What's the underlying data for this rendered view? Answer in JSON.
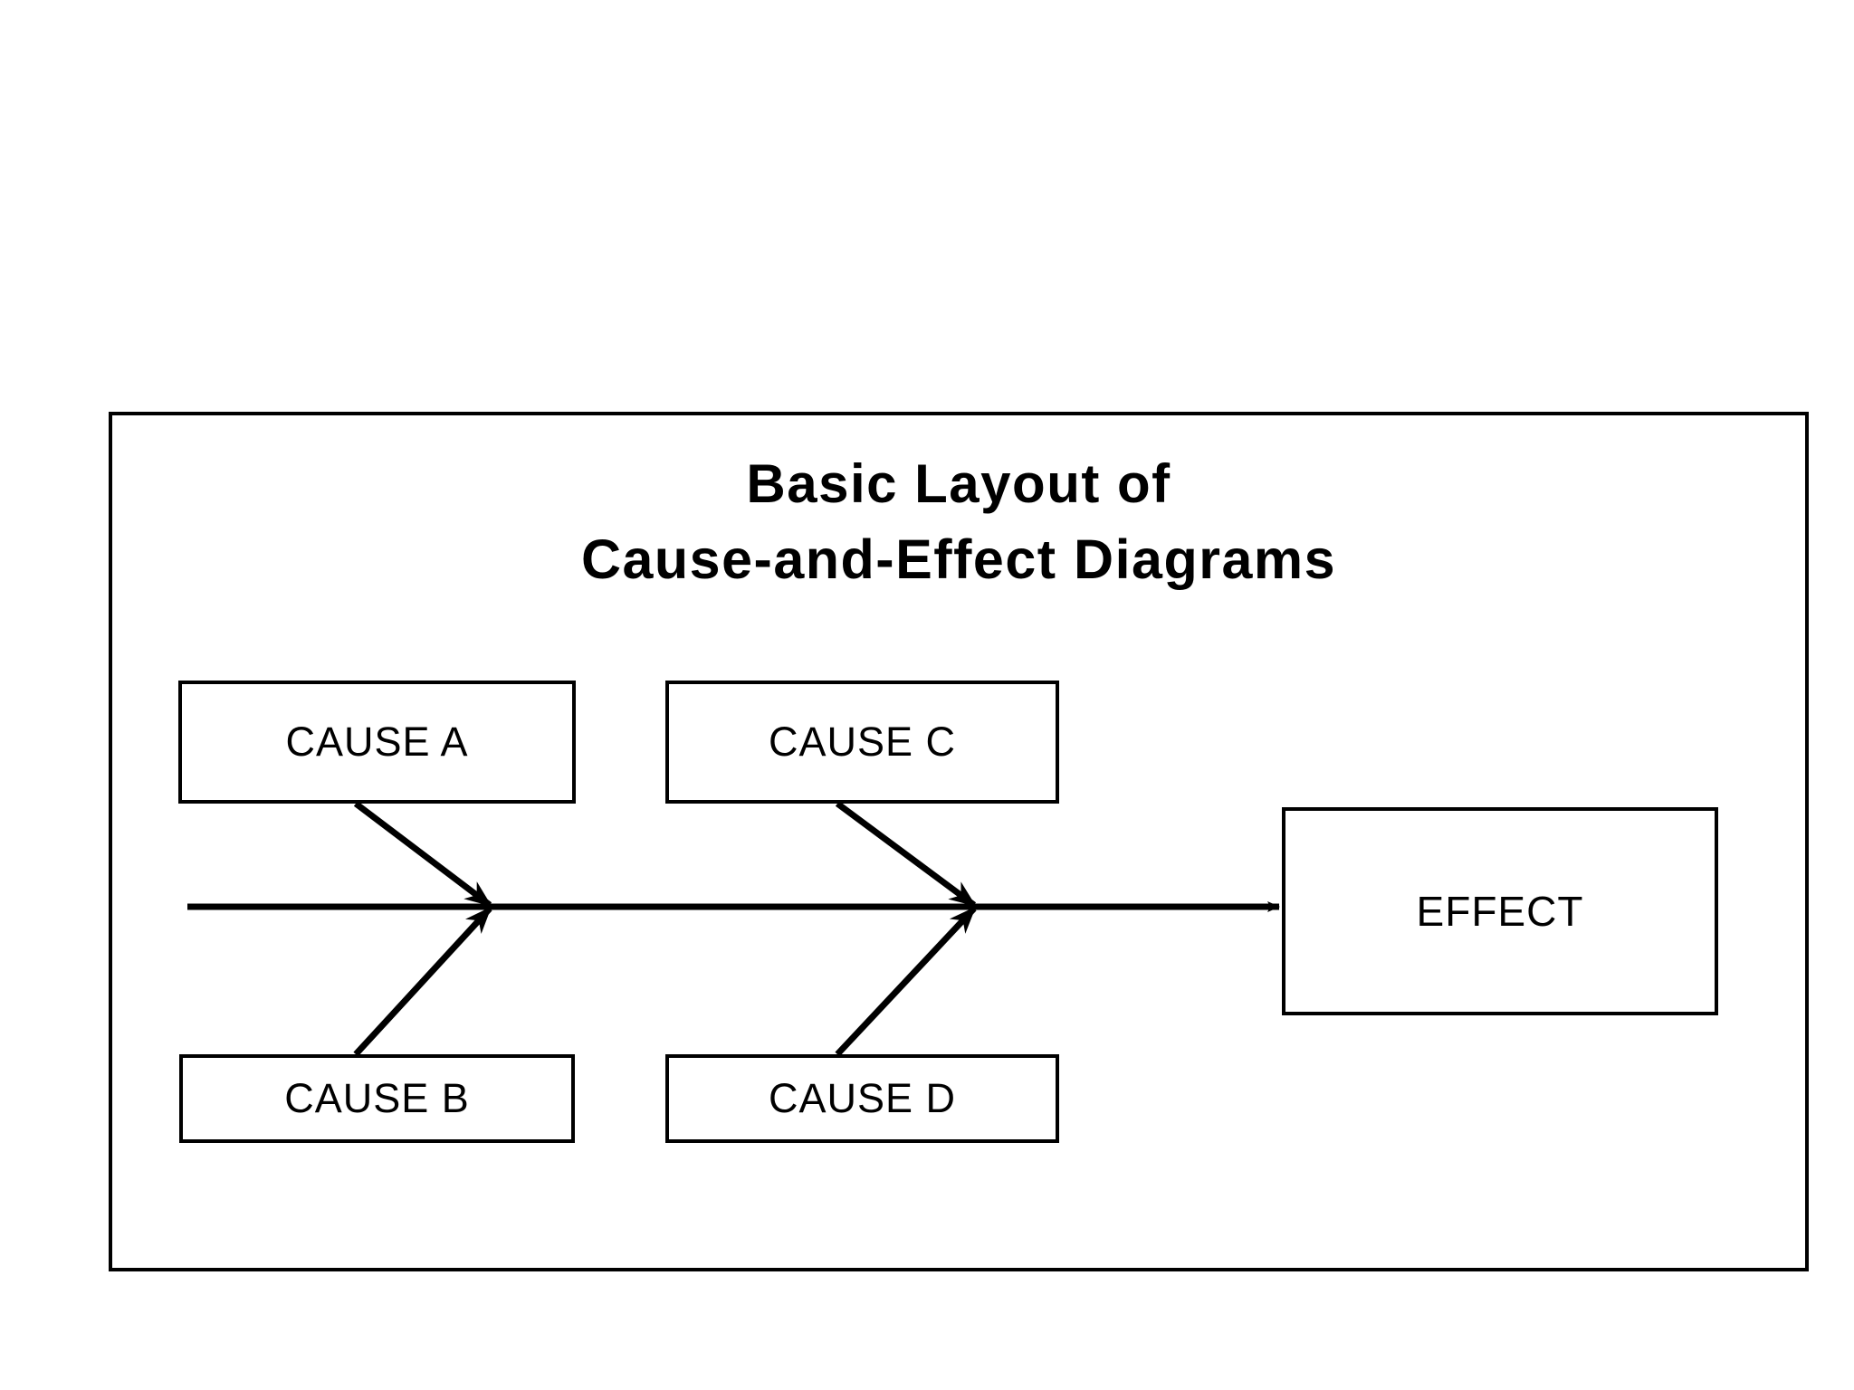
{
  "figure": {
    "title_line_1": "Basic Layout of",
    "title_line_2": "Cause-and-Effect Diagrams",
    "border_color": "#000000",
    "background_color": "#ffffff",
    "ink_color": "#000000"
  },
  "nodes": {
    "cause_a": {
      "label": "CAUSE A",
      "position": "top-left"
    },
    "cause_b": {
      "label": "CAUSE B",
      "position": "bottom-left"
    },
    "cause_c": {
      "label": "CAUSE C",
      "position": "top-middle"
    },
    "cause_d": {
      "label": "CAUSE D",
      "position": "bottom-middle"
    },
    "effect": {
      "label": "EFFECT",
      "position": "right"
    }
  },
  "diagram_data": {
    "type": "fishbone",
    "spine": {
      "label": "",
      "direction": "left-to-right",
      "arrowhead": "at-effect"
    },
    "branches": [
      {
        "from": "CAUSE A",
        "to": "spine",
        "side": "above",
        "joint": 1
      },
      {
        "from": "CAUSE B",
        "to": "spine",
        "side": "below",
        "joint": 1
      },
      {
        "from": "CAUSE C",
        "to": "spine",
        "side": "above",
        "joint": 2
      },
      {
        "from": "CAUSE D",
        "to": "spine",
        "side": "below",
        "joint": 2
      }
    ],
    "effect_target": "EFFECT"
  }
}
